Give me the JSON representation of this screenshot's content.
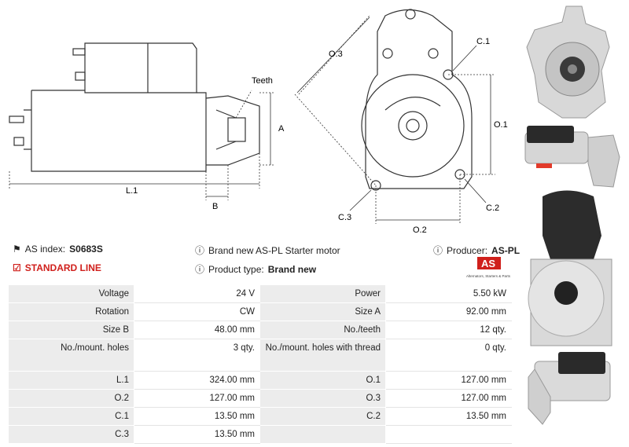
{
  "diagram": {
    "labels": {
      "teeth": "Teeth",
      "a": "A",
      "b": "B",
      "l1": "L.1",
      "o3": "O.3",
      "c1": "C.1",
      "o1": "O.1",
      "c2": "C.2",
      "c3": "C.3",
      "o2": "O.2"
    }
  },
  "info": {
    "as_index_label": "AS index:",
    "as_index_value": "S0683S",
    "standard_line": "STANDARD LINE",
    "description": "Brand new AS-PL Starter motor",
    "product_type_label": "Product type:",
    "product_type_value": "Brand new",
    "producer_label": "Producer:",
    "producer_value": "AS-PL",
    "logo_text": "AS",
    "logo_tagline": "Alternators, Starters & Parts"
  },
  "specs": [
    {
      "l1": "Voltage",
      "v1": "24 V",
      "l2": "Power",
      "v2": "5.50 kW"
    },
    {
      "l1": "Rotation",
      "v1": "CW",
      "l2": "Size A",
      "v2": "92.00 mm"
    },
    {
      "l1": "Size B",
      "v1": "48.00 mm",
      "l2": "No./teeth",
      "v2": "12 qty."
    },
    {
      "l1": "No./mount. holes",
      "v1": "3 qty.",
      "l2": "No./mount. holes with thread",
      "v2": "0 qty."
    },
    {
      "l1": "L.1",
      "v1": "324.00 mm",
      "l2": "O.1",
      "v2": "127.00 mm"
    },
    {
      "l1": "O.2",
      "v1": "127.00 mm",
      "l2": "O.3",
      "v2": "127.00 mm"
    },
    {
      "l1": "C.1",
      "v1": "13.50 mm",
      "l2": "C.2",
      "v2": "13.50 mm"
    },
    {
      "l1": "C.3",
      "v1": "13.50 mm",
      "l2": "",
      "v2": ""
    }
  ]
}
